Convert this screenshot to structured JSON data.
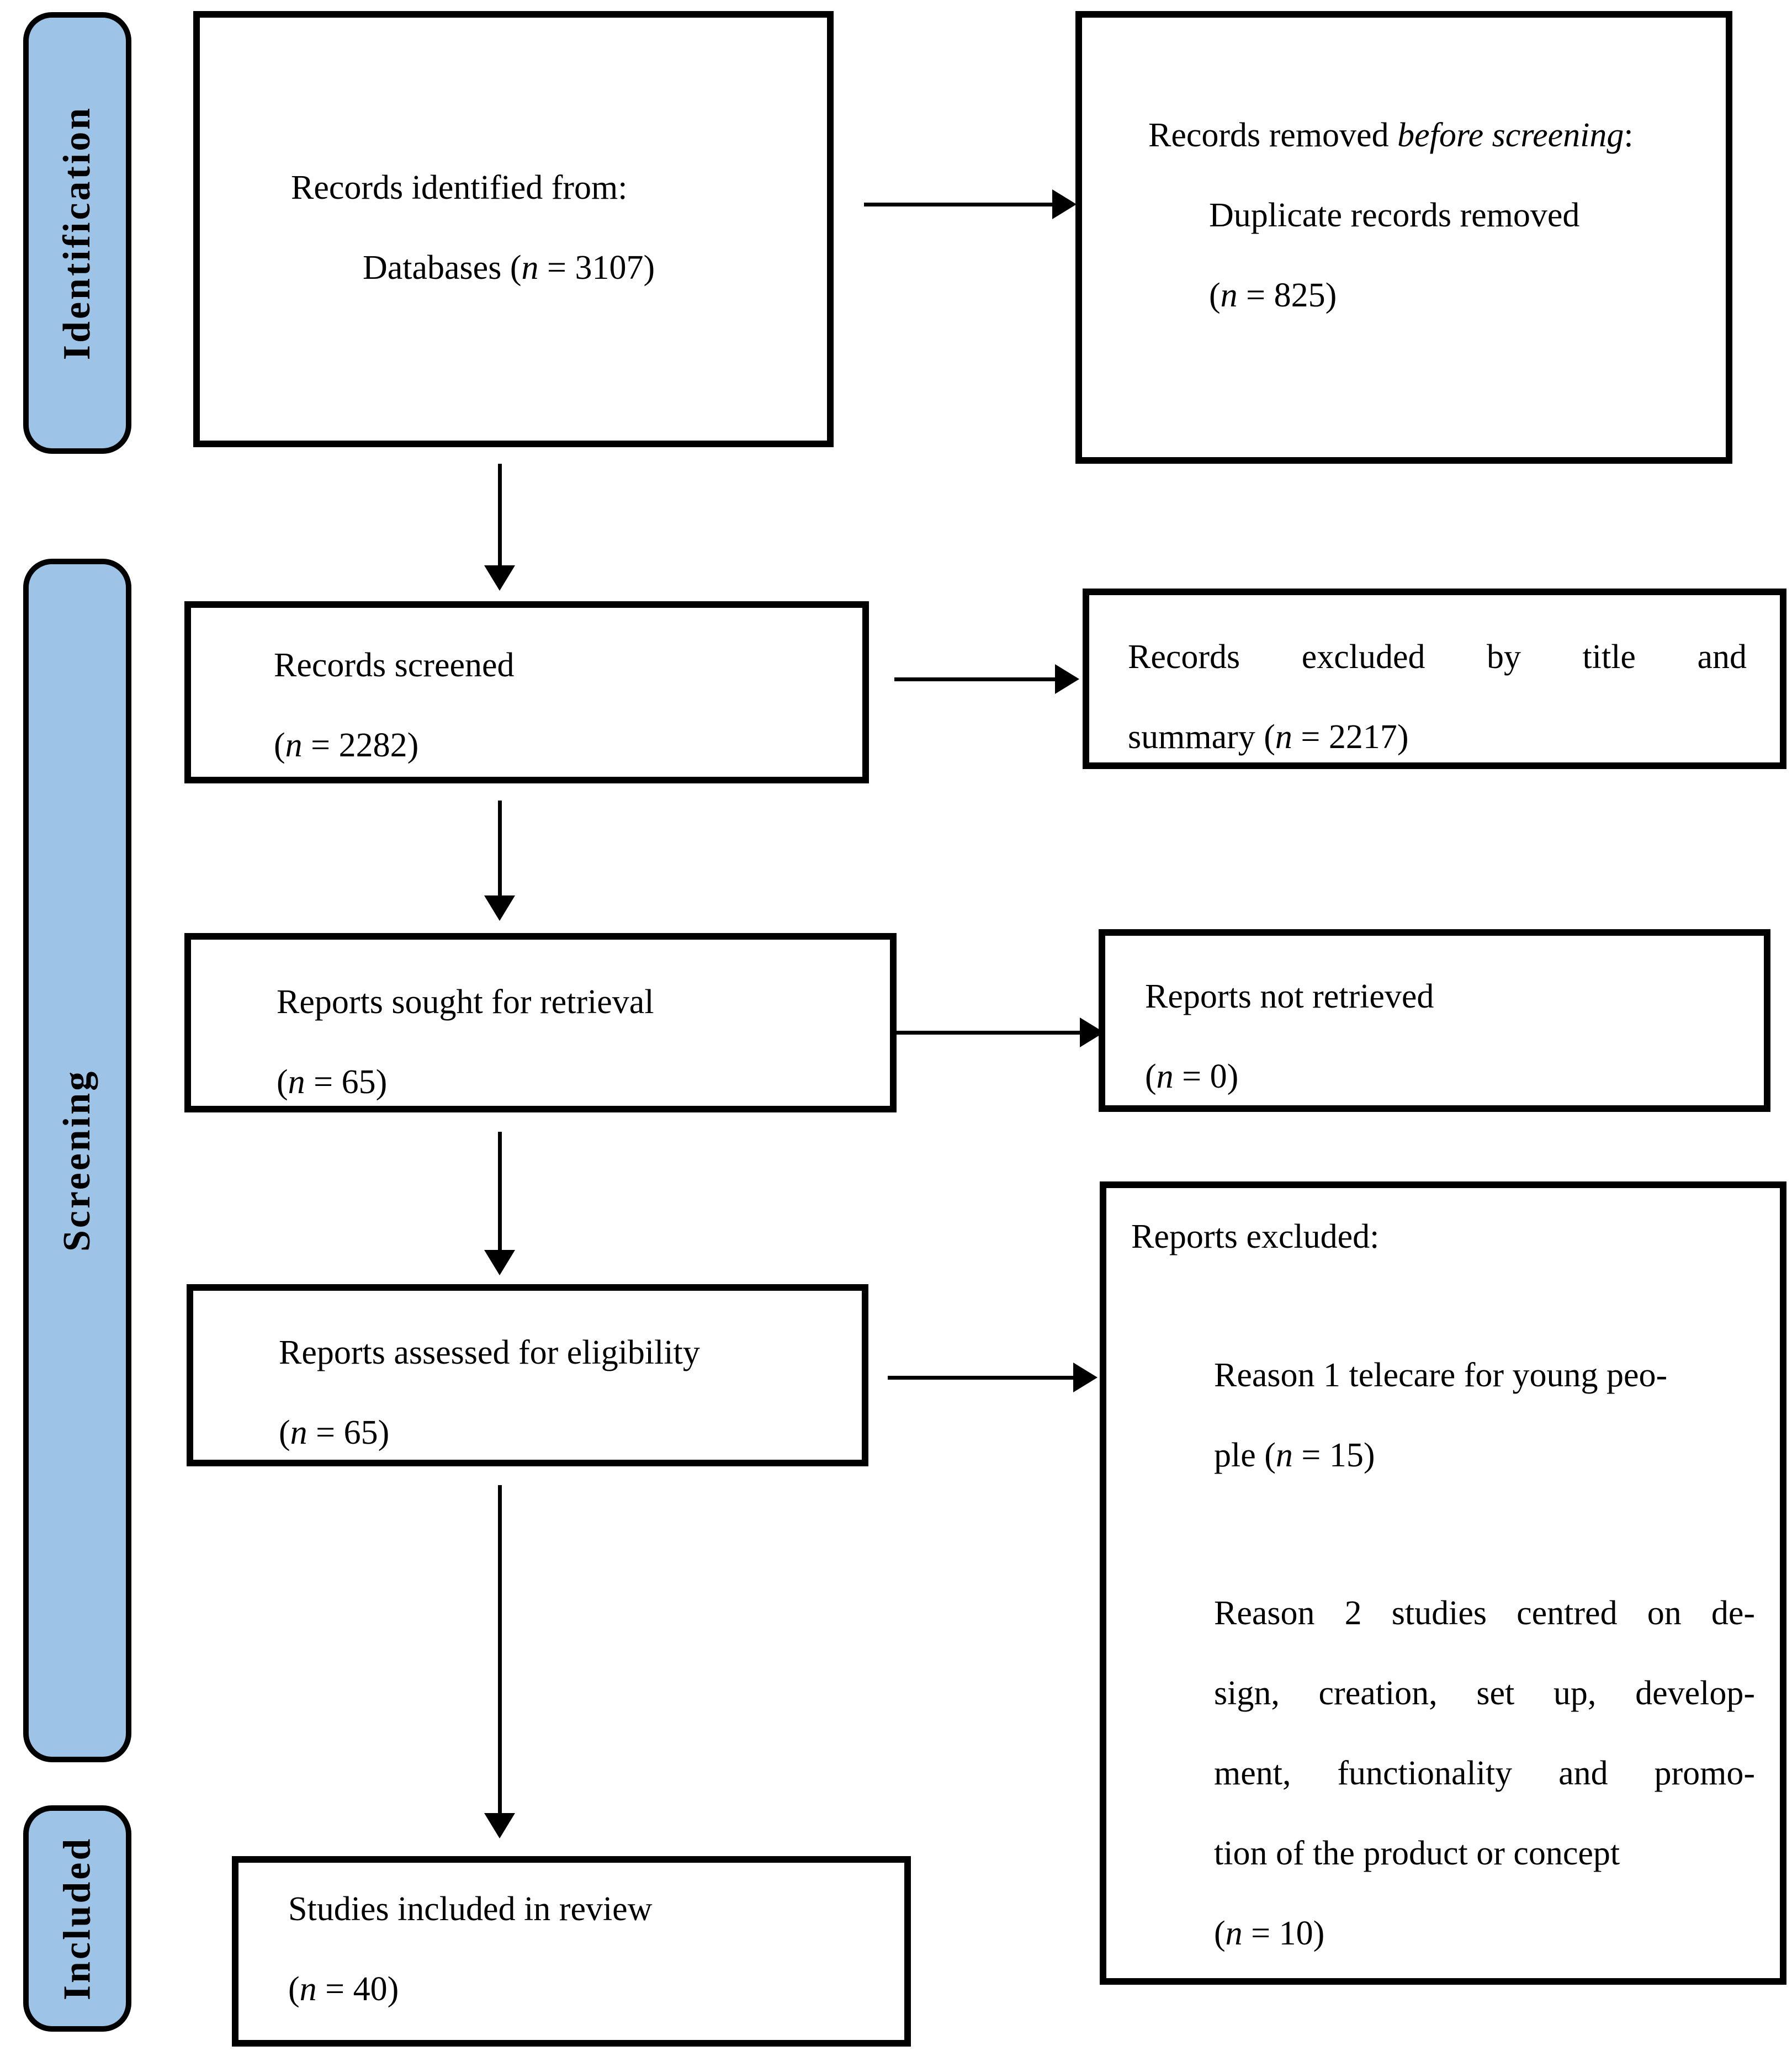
{
  "colors": {
    "stage_fill": "#9DC3E6",
    "line": "#000000"
  },
  "labels": {
    "identification": "Identification",
    "screening": "Screening",
    "included": "Included"
  },
  "boxes": {
    "identified": {
      "line1": "Records identified from:",
      "line2_pre": "Databases (",
      "n": "n",
      "line2_post": " = 3107)"
    },
    "removed": {
      "line1_pre": "Records removed ",
      "line1_italic": "before screening",
      "line1_post": ":",
      "line2": "Duplicate records removed",
      "line3_pre": "(",
      "n": "n",
      "line3_post": " = 825)"
    },
    "screened": {
      "line1": "Records screened",
      "line2_pre": "(",
      "n": "n",
      "line2_post": " = 2282)"
    },
    "excluded_title": {
      "line1": "Records excluded by title and",
      "line2_pre": "summary (",
      "n": "n",
      "line2_post": " = 2217)"
    },
    "sought": {
      "line1": "Reports sought for retrieval",
      "line2_pre": "(",
      "n": "n",
      "line2_post": " = 65)"
    },
    "not_retrieved": {
      "line1": "Reports not retrieved",
      "line2_pre": "(",
      "n": "n",
      "line2_post": " = 0)"
    },
    "assessed": {
      "line1": "Reports assessed for eligibility",
      "line2_pre": "(",
      "n": "n",
      "line2_post": " = 65)"
    },
    "reports_excluded": {
      "title": "Reports excluded:",
      "reason1_line1": "Reason 1 telecare for young peo-",
      "reason1_line2_pre": "ple (",
      "n1": "n",
      "reason1_line2_post": " = 15)",
      "reason2_line1": "Reason 2 studies centred on de-",
      "reason2_line2": "sign, creation, set up, develop-",
      "reason2_line3": "ment, functionality and promo-",
      "reason2_line4": "tion of the product or concept",
      "reason2_line5_pre": "(",
      "n2": "n",
      "reason2_line5_post": " = 10)"
    },
    "included_review": {
      "line1": "Studies included in review",
      "line2_pre": "(",
      "n": "n",
      "line2_post": " = 40)"
    }
  }
}
